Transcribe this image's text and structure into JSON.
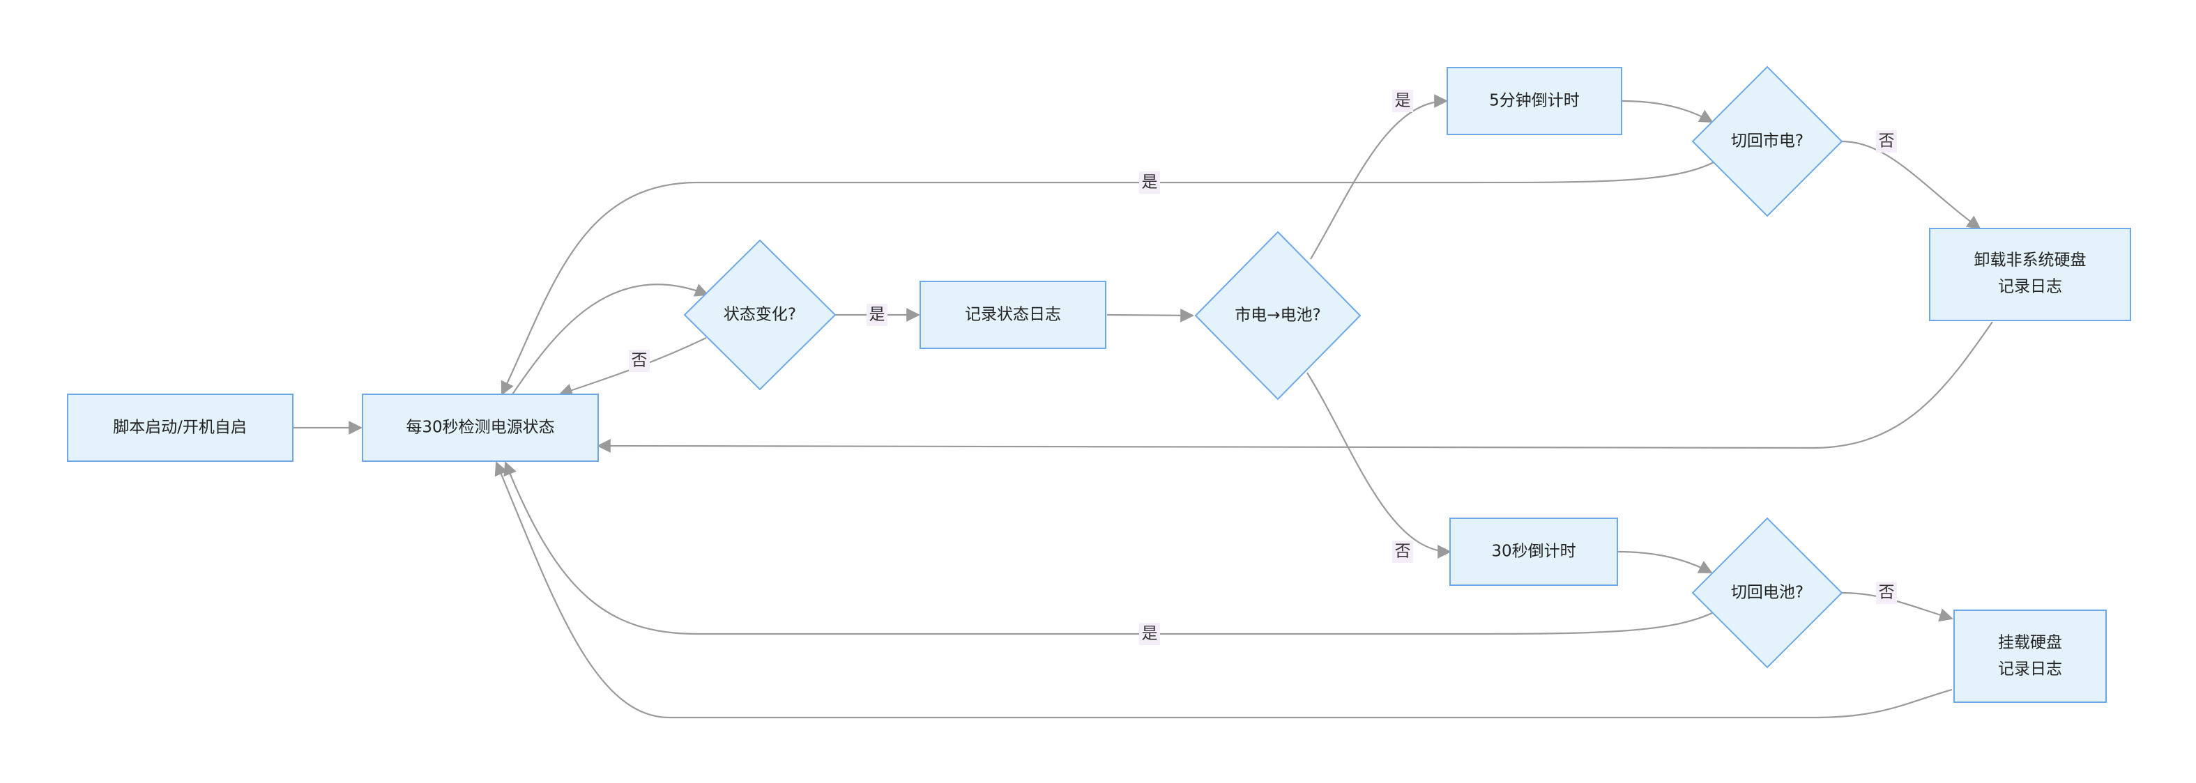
{
  "nodes": {
    "start": "脚本启动/开机自启",
    "check": "每30秒检测电源状态",
    "changed": "状态变化?",
    "log": "记录状态日志",
    "ac_to_batt": "市电→电池?",
    "timer5": "5分钟倒计时",
    "back_ac": "切回市电?",
    "unmount": [
      "卸载非系统硬盘",
      "记录日志"
    ],
    "timer30": "30秒倒计时",
    "back_batt": "切回电池?",
    "mount": [
      "挂载硬盘",
      "记录日志"
    ]
  },
  "edge_labels": {
    "changed_no": "否",
    "changed_yes": "是",
    "to_timer5_yes": "是",
    "to_timer30_no": "否",
    "back_ac_yes": "是",
    "back_ac_no": "否",
    "back_batt_yes": "是",
    "back_batt_no": "否"
  },
  "colors": {
    "node_fill": "#e3f2fb",
    "node_stroke": "#6fa8e6",
    "edge": "#9a9a9a",
    "label_bg": "#f4eef9"
  }
}
